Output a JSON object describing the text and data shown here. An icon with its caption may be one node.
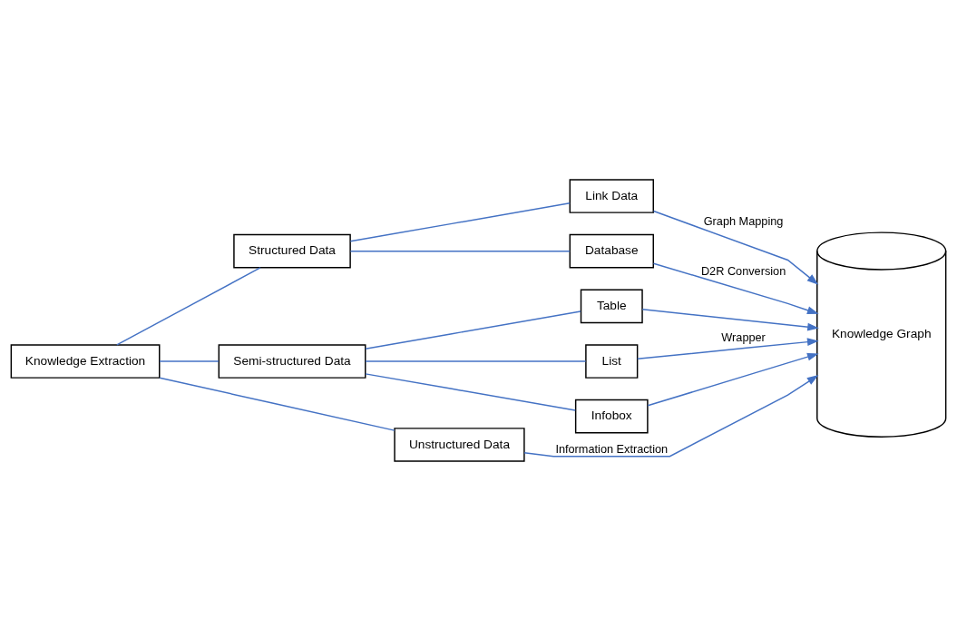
{
  "diagram": {
    "nodes": [
      {
        "text": [
          "Knowledge Extraction"
        ]
      },
      {
        "text": [
          "Structured Data"
        ]
      },
      {
        "text": [
          "Semi-structured Data"
        ]
      },
      {
        "text": [
          "Unstructured Data"
        ]
      },
      {
        "text": [
          "Link Data"
        ]
      },
      {
        "text": [
          "Database"
        ]
      },
      {
        "text": [
          "Table"
        ]
      },
      {
        "text": [
          "List"
        ]
      },
      {
        "text": [
          "Infobox"
        ]
      },
      {
        "text": [
          "Knowledge Graph"
        ]
      }
    ],
    "edges": [
      {
        "from": 0,
        "to": 1,
        "arrow": "none"
      },
      {
        "from": 0,
        "to": 2,
        "arrow": "none"
      },
      {
        "from": 0,
        "to": 3,
        "arrow": "none"
      },
      {
        "from": 1,
        "to": 4,
        "arrow": "none"
      },
      {
        "from": 1,
        "to": 5,
        "arrow": "none"
      },
      {
        "from": 2,
        "to": 6,
        "arrow": "none"
      },
      {
        "from": 2,
        "to": 7,
        "arrow": "none"
      },
      {
        "from": 2,
        "to": 8,
        "arrow": "none"
      },
      {
        "from": 4,
        "to": 9,
        "arrow": "to",
        "label": "Graph Mapping"
      },
      {
        "from": 5,
        "to": 9,
        "arrow": "to",
        "label": "D2R Conversion"
      },
      {
        "from": 6,
        "to": 9,
        "arrow": "to"
      },
      {
        "from": 7,
        "to": 9,
        "arrow": "to",
        "label": "Wrapper"
      },
      {
        "from": 8,
        "to": 9,
        "arrow": "to"
      },
      {
        "from": 3,
        "to": 9,
        "arrow": "to",
        "label": "Information Extraction"
      }
    ]
  }
}
